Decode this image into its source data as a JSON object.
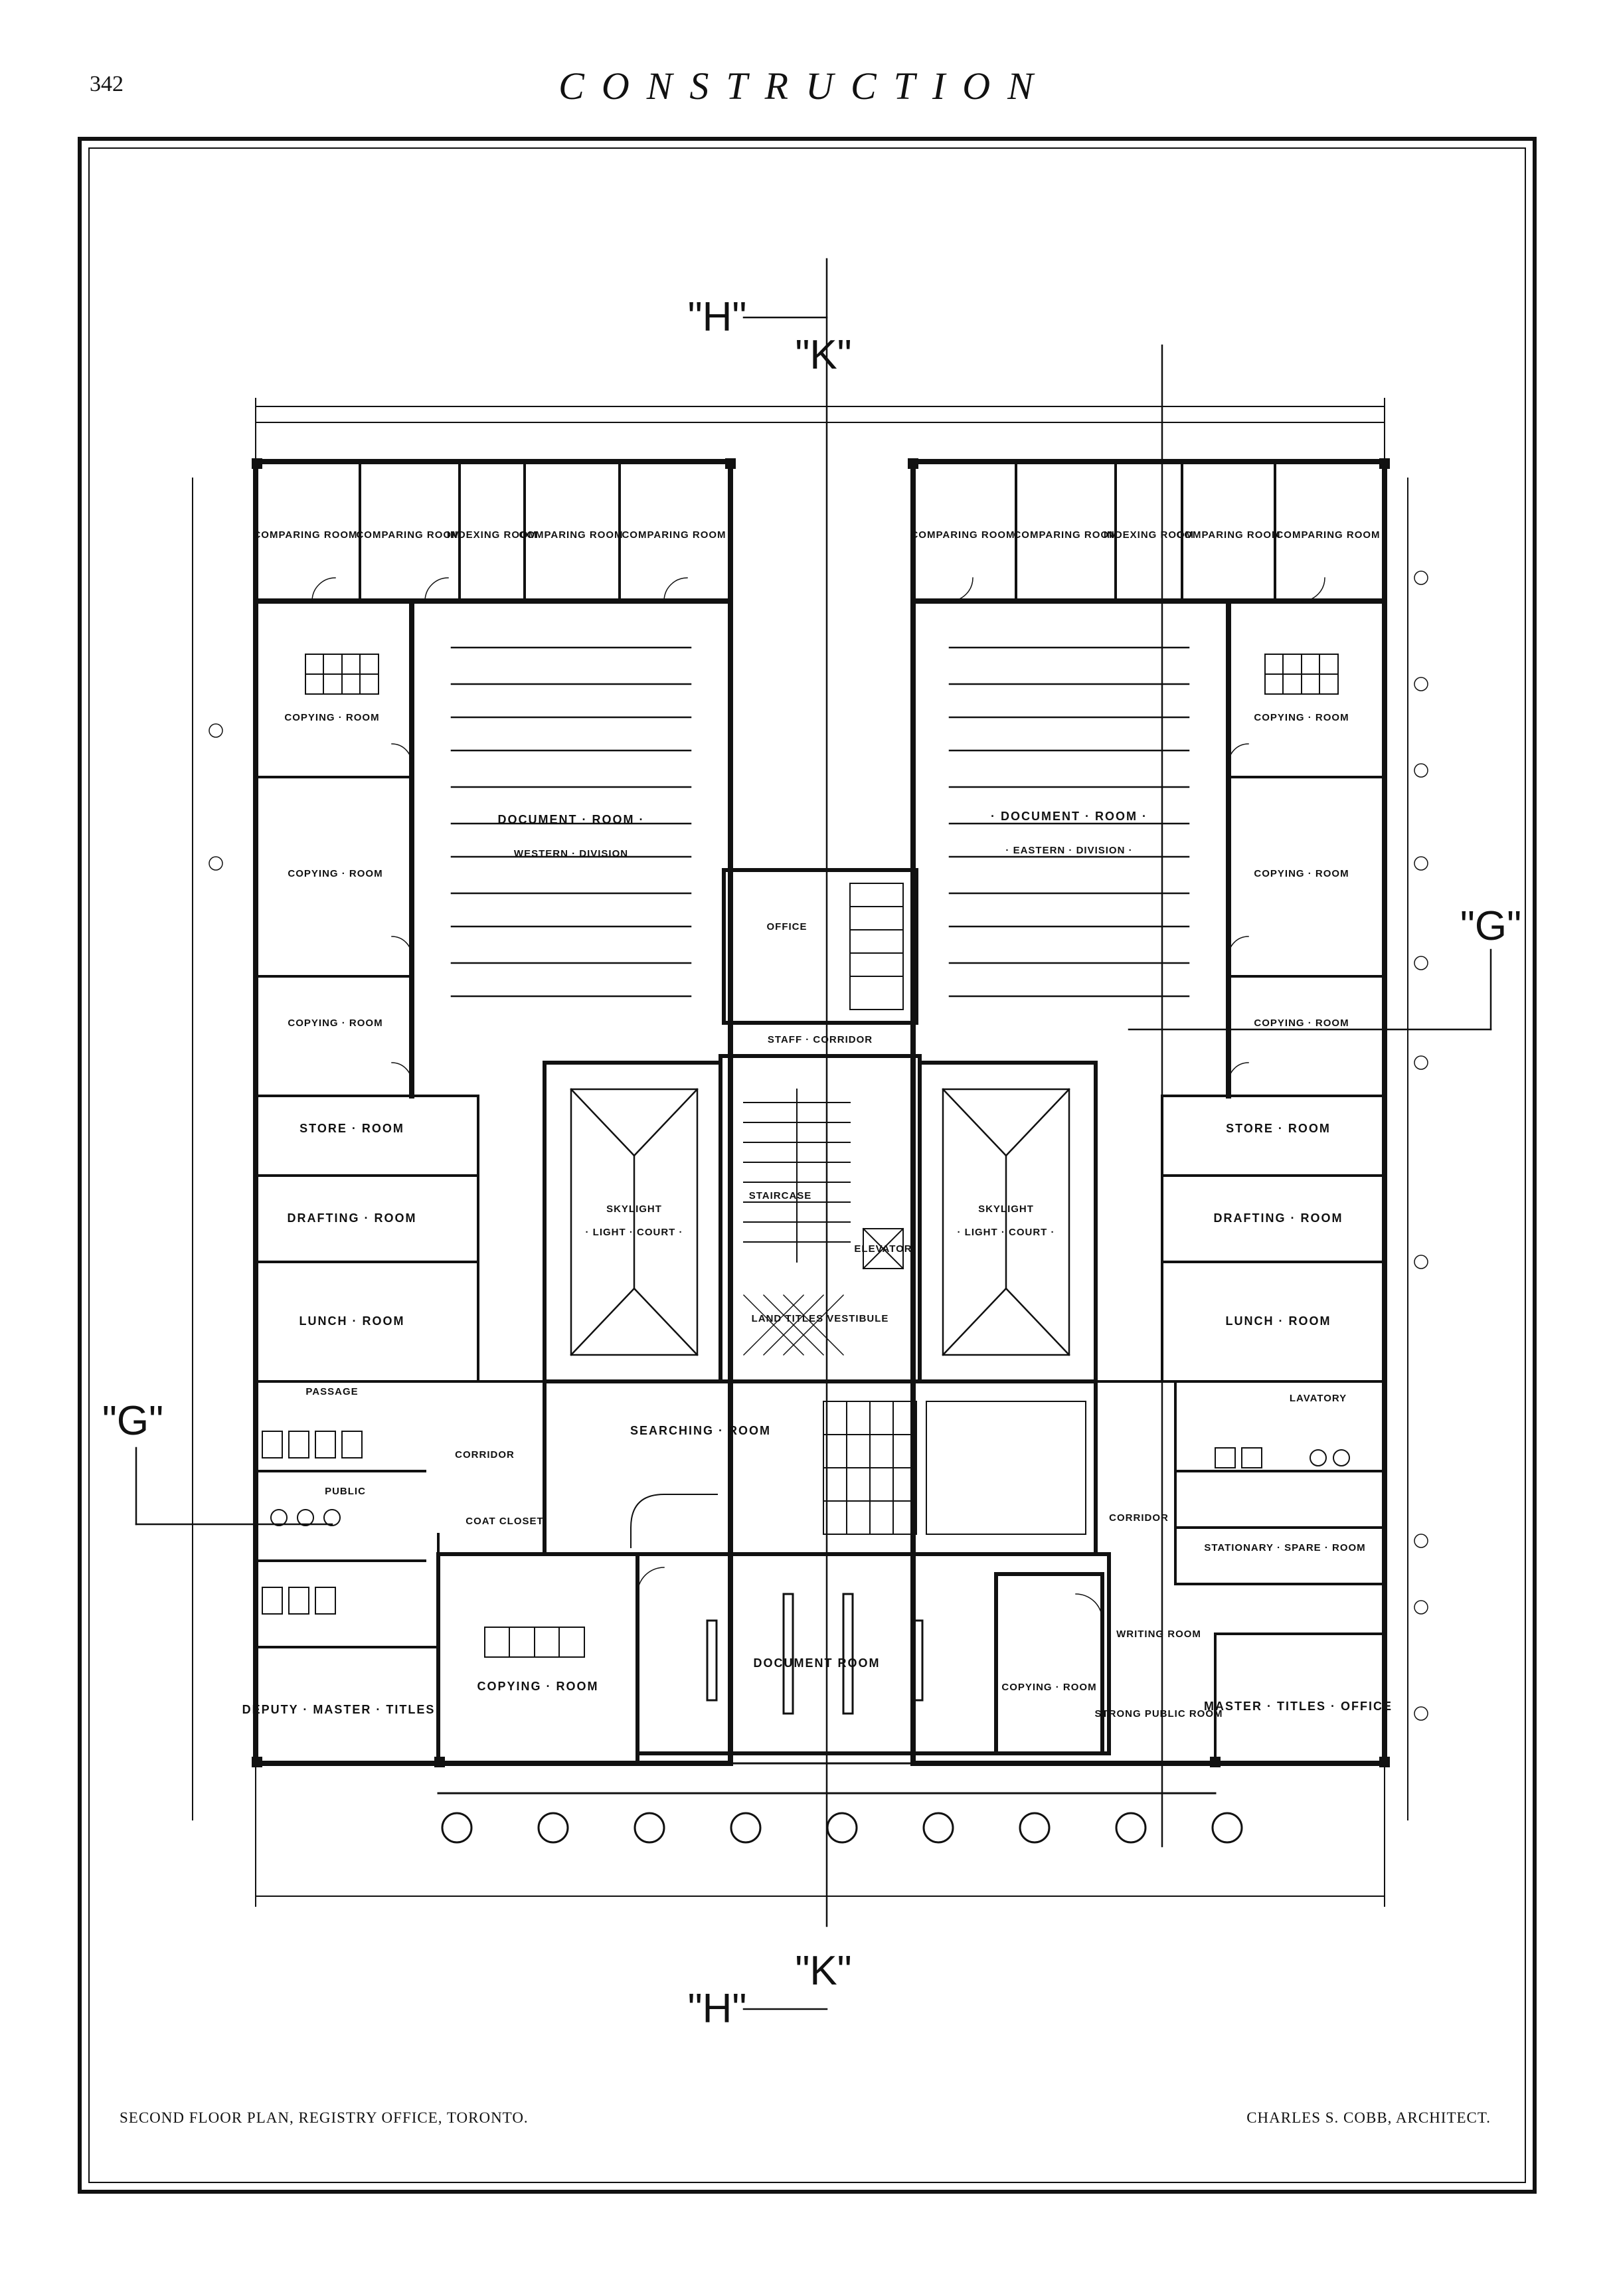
{
  "header": {
    "page_number": "342",
    "running_title": "CONSTRUCTION"
  },
  "plan": {
    "section_marks": {
      "h": "\"H\"",
      "k": "\"K\"",
      "g": "\"G\""
    },
    "west_wing": {
      "comparing_room": "COMPARING ROOM",
      "indexing_room": "INDEXING ROOM",
      "copying_room": "COPYING · ROOM",
      "document_room": "DOCUMENT · ROOM ·",
      "document_room_division": "WESTERN · DIVISION",
      "store_room": "STORE · ROOM",
      "drafting_room": "DRAFTING · ROOM",
      "lunch_room": "LUNCH · ROOM",
      "deputy_office": "DEPUTY · MASTER · TITLES",
      "passage": "PASSAGE",
      "public": "PUBLIC"
    },
    "east_wing": {
      "comparing_room": "COMPARING ROOM",
      "indexing_room": "INDEXING ROOM",
      "copying_room": "COPYING · ROOM",
      "document_room": "· DOCUMENT · ROOM ·",
      "document_room_division": "· EASTERN · DIVISION ·",
      "store_room": "STORE · ROOM",
      "drafting_room": "DRAFTING · ROOM",
      "lunch_room": "LUNCH · ROOM",
      "master_office": "MASTER · TITLES · OFFICE",
      "lavatory": "LAVATORY",
      "stationary_room": "STATIONARY · SPARE · ROOM",
      "writing_room": "WRITING ROOM",
      "strong_room": "STRONG PUBLIC ROOM"
    },
    "center": {
      "office": "OFFICE",
      "staff_corridor": "STAFF · CORRIDOR",
      "stair_case": "STAIRCASE",
      "elevator": "ELEVATOR",
      "skylight_west": "SKYLIGHT",
      "skylight_east": "SKYLIGHT",
      "light_court": "· LIGHT · COURT ·",
      "land_titles": "LAND TITLES VESTIBULE",
      "searching_room": "SEARCHING · ROOM",
      "document_room": "DOCUMENT ROOM",
      "copying_room": "COPYING · ROOM",
      "corridor": "CORRIDOR",
      "coat_closet": "COAT CLOSET"
    }
  },
  "captions": {
    "left": "SECOND FLOOR PLAN, REGISTRY OFFICE, TORONTO.",
    "right": "CHARLES S. COBB, ARCHITECT."
  }
}
